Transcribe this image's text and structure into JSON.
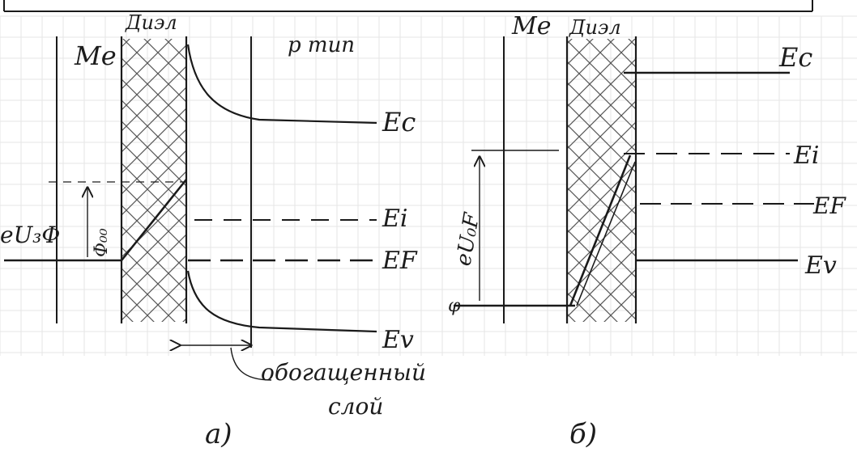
{
  "colors": {
    "paper": "#ffffff",
    "grid": "#e6e6e6",
    "ink": "#1a1a1a",
    "hatch": "#555555"
  },
  "panel_a": {
    "metal_label": "Ме",
    "dielectric_label": "Диэл",
    "semiconductor_label": "р тип",
    "levels": {
      "ec": "Ec",
      "ei": "Ei",
      "ef": "EF",
      "ev": "Ev"
    },
    "barrier_label": "Φ₀₀",
    "potential_label": "eU₃Φ",
    "region_label_line1": "обогащенный",
    "region_label_line2": "слой",
    "caption": "а)"
  },
  "panel_b": {
    "metal_label": "Ме",
    "dielectric_label": "Диэл",
    "levels": {
      "ec": "Ec",
      "ei": "Ei",
      "ef": "EF",
      "ev": "Ev"
    },
    "potential_label": "eU₀F",
    "origin_label": "φ",
    "caption": "б)"
  }
}
